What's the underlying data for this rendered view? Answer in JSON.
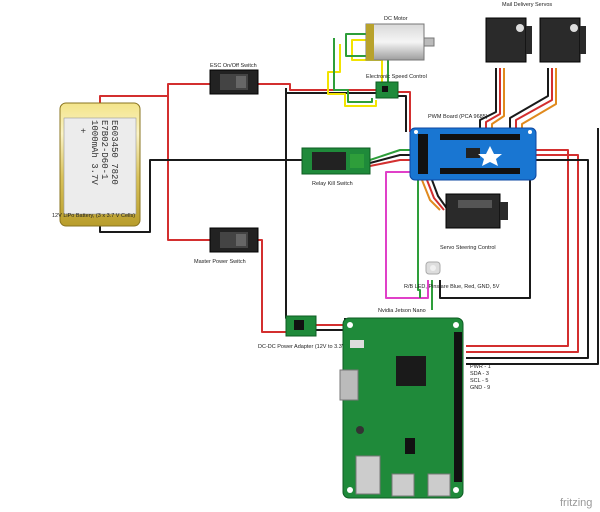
{
  "colors": {
    "red": "#d32f2f",
    "black": "#1a1a1a",
    "yellow": "#f2e300",
    "green": "#2e9e3a",
    "magenta": "#e040c8",
    "orange": "#e08a1e",
    "board_green": "#1f8a3a",
    "pca_blue": "#1976d2"
  },
  "components": {
    "dc_motor": "DC Motor",
    "mail_servos": "Mail Delivery Servos",
    "esc_switch": "ESC On/Off Switch",
    "esc": "Electronic Speed Control",
    "pwm_board": "PWM Board (PCA 9685)",
    "battery": "12V LiPo Battery, (3 x 3.7 V Cells)",
    "relay": "Relay Kill Switch",
    "steering_servo": "Servo Steering Control",
    "led": "R/B LED, Pins are Blue, Red, GND, 5V",
    "master_switch": "Master Power Switch",
    "jetson": "Nvidia Jetson Nano",
    "dcdc": "DC-DC Power Adapter (12V to 3.3V)"
  },
  "battery_text": {
    "line1": "E603450 7820",
    "line2": "E7B02-D60-1",
    "line3": "1000mAh 3.7V",
    "plus": "+"
  },
  "pins": {
    "pwr": "PWR - 1",
    "sda": "SDA - 3",
    "scl": "SCL - 5",
    "gnd": "GND - 9"
  },
  "brand": "fritzing"
}
